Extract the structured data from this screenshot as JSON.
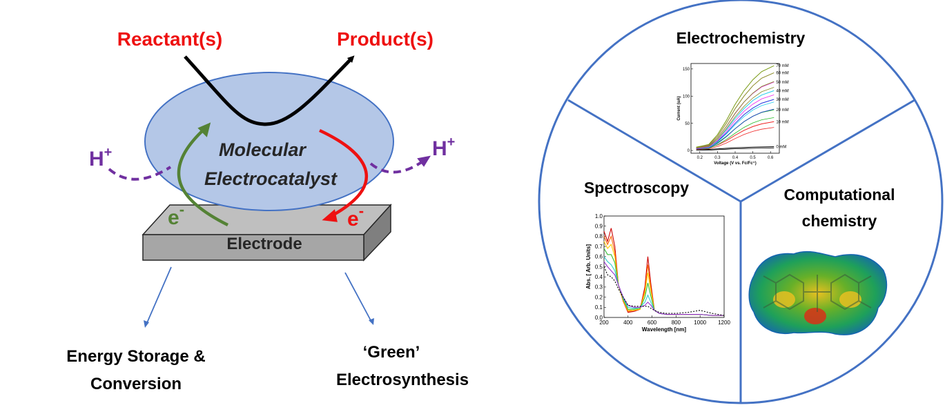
{
  "colors": {
    "red": "#ee1111",
    "purple": "#7030a0",
    "green": "#548235",
    "blue": "#4472c4",
    "catalyst_fill": "#b4c7e7",
    "electrode_face": "#a6a6a6",
    "electrode_top": "#bfbfbf",
    "electrode_side": "#7f7f7f"
  },
  "left": {
    "reactants": "Reactant(s)",
    "products": "Product(s)",
    "proton_left": "H",
    "proton_right": "H",
    "proton_charge": "+",
    "catalyst_line1": "Molecular",
    "catalyst_line2": "Electrocatalyst",
    "electron_left": "e",
    "electron_right": "e",
    "electron_charge": "-",
    "electrode": "Electrode",
    "app1_line1": "Energy Storage &",
    "app1_line2": "Conversion",
    "app2_line1": "‘Green’",
    "app2_line2": "Electrosynthesis"
  },
  "right": {
    "electrochemistry_title": "Electrochemistry",
    "spectroscopy_title": "Spectroscopy",
    "computational_line1": "Computational",
    "computational_line2": "chemistry"
  },
  "chart_data": [
    {
      "type": "line",
      "title": "",
      "xlabel": "Voltage (V vs. Fc/Fc⁺)",
      "ylabel": "Current (uA)",
      "xlim": [
        0.15,
        0.65
      ],
      "ylim": [
        -5,
        160
      ],
      "x_ticks": [
        "0.2",
        "0.3",
        "0.4",
        "0.5",
        "0.6"
      ],
      "y_ticks": [
        "0",
        "50",
        "100",
        "150"
      ],
      "grid": false,
      "legend": "right-labels",
      "series": [
        {
          "name": "0 mM",
          "color": "#000000",
          "x": [
            0.18,
            0.25,
            0.3,
            0.35,
            0.4,
            0.45,
            0.5,
            0.55,
            0.62
          ],
          "y": [
            1,
            2,
            3,
            4,
            5,
            5.5,
            6,
            6.5,
            7
          ]
        },
        {
          "name": "10 mM",
          "color": "#ee2222",
          "x": [
            0.18,
            0.25,
            0.3,
            0.35,
            0.4,
            0.45,
            0.5,
            0.55,
            0.62
          ],
          "y": [
            3,
            5,
            10,
            18,
            28,
            37,
            44,
            49,
            53
          ]
        },
        {
          "name": "20 mM",
          "color": "#22bb22",
          "x": [
            0.18,
            0.25,
            0.3,
            0.35,
            0.4,
            0.45,
            0.5,
            0.55,
            0.62
          ],
          "y": [
            4,
            6,
            14,
            26,
            40,
            53,
            63,
            70,
            75
          ]
        },
        {
          "name": "30 mM",
          "color": "#2233dd",
          "x": [
            0.18,
            0.25,
            0.3,
            0.35,
            0.4,
            0.45,
            0.5,
            0.55,
            0.62
          ],
          "y": [
            4,
            7,
            17,
            32,
            50,
            66,
            78,
            87,
            94
          ]
        },
        {
          "name": "40 mM",
          "color": "#22ccee",
          "x": [
            0.18,
            0.25,
            0.3,
            0.35,
            0.4,
            0.45,
            0.5,
            0.55,
            0.62
          ],
          "y": [
            5,
            8,
            20,
            38,
            59,
            77,
            92,
            102,
            110
          ]
        },
        {
          "name": "50 mM",
          "color": "#ee22ee",
          "x": [
            0.18,
            0.25,
            0.3,
            0.35,
            0.4,
            0.45,
            0.5,
            0.55,
            0.62
          ],
          "y": [
            5,
            9,
            23,
            44,
            68,
            89,
            105,
            117,
            126
          ]
        },
        {
          "name": "60 mM",
          "color": "#888822",
          "x": [
            0.18,
            0.25,
            0.3,
            0.35,
            0.4,
            0.45,
            0.5,
            0.55,
            0.62
          ],
          "y": [
            6,
            10,
            26,
            50,
            77,
            100,
            119,
            133,
            143
          ]
        },
        {
          "name": "70 mM",
          "color": "#779911",
          "x": [
            0.18,
            0.25,
            0.3,
            0.35,
            0.4,
            0.45,
            0.5,
            0.55,
            0.62
          ],
          "y": [
            6,
            11,
            29,
            55,
            85,
            110,
            130,
            145,
            156
          ]
        }
      ]
    },
    {
      "type": "line",
      "title": "",
      "xlabel": "Wavelength [nm]",
      "ylabel": "Abs. [ Arb. Units]",
      "xlim": [
        200,
        1200
      ],
      "ylim": [
        0,
        1.0
      ],
      "x_ticks": [
        "200",
        "400",
        "600",
        "800",
        "1000",
        "1200"
      ],
      "y_ticks": [
        "0.0",
        "0.1",
        "0.2",
        "0.3",
        "0.4",
        "0.5",
        "0.6",
        "0.7",
        "0.8",
        "0.9",
        "1.0"
      ],
      "grid": false,
      "series": [
        {
          "color": "#cc0000",
          "x": [
            200,
            230,
            260,
            290,
            320,
            360,
            400,
            450,
            500,
            540,
            565,
            590,
            620,
            660,
            720,
            800,
            900,
            1000,
            1100,
            1200
          ],
          "y": [
            0.85,
            0.75,
            0.88,
            0.7,
            0.32,
            0.16,
            0.05,
            0.06,
            0.08,
            0.3,
            0.6,
            0.33,
            0.07,
            0.04,
            0.03,
            0.03,
            0.03,
            0.03,
            0.02,
            0.02
          ]
        },
        {
          "color": "#ff6600",
          "x": [
            200,
            230,
            260,
            290,
            320,
            360,
            400,
            450,
            500,
            540,
            565,
            590,
            620,
            660,
            720,
            800,
            900,
            1000,
            1100,
            1200
          ],
          "y": [
            0.8,
            0.72,
            0.8,
            0.64,
            0.32,
            0.16,
            0.06,
            0.07,
            0.08,
            0.27,
            0.52,
            0.29,
            0.07,
            0.04,
            0.03,
            0.03,
            0.03,
            0.03,
            0.02,
            0.02
          ]
        },
        {
          "color": "#ffcc00",
          "x": [
            200,
            230,
            260,
            290,
            320,
            360,
            400,
            450,
            500,
            540,
            565,
            590,
            620,
            660,
            720,
            800,
            900,
            1000,
            1100,
            1200
          ],
          "y": [
            0.75,
            0.68,
            0.72,
            0.6,
            0.32,
            0.17,
            0.07,
            0.07,
            0.08,
            0.24,
            0.44,
            0.26,
            0.07,
            0.04,
            0.03,
            0.03,
            0.03,
            0.03,
            0.02,
            0.02
          ]
        },
        {
          "color": "#33bb33",
          "x": [
            200,
            230,
            260,
            290,
            320,
            360,
            400,
            450,
            500,
            540,
            565,
            590,
            620,
            660,
            720,
            800,
            900,
            1000,
            1100,
            1200
          ],
          "y": [
            0.68,
            0.62,
            0.62,
            0.54,
            0.32,
            0.18,
            0.08,
            0.08,
            0.09,
            0.2,
            0.34,
            0.21,
            0.07,
            0.04,
            0.03,
            0.03,
            0.03,
            0.03,
            0.02,
            0.02
          ]
        },
        {
          "color": "#33cccc",
          "x": [
            200,
            230,
            260,
            290,
            320,
            360,
            400,
            450,
            500,
            540,
            565,
            590,
            620,
            660,
            720,
            800,
            900,
            1000,
            1100,
            1200
          ],
          "y": [
            0.6,
            0.55,
            0.52,
            0.46,
            0.32,
            0.19,
            0.1,
            0.09,
            0.1,
            0.15,
            0.22,
            0.15,
            0.07,
            0.04,
            0.03,
            0.03,
            0.03,
            0.03,
            0.02,
            0.02
          ]
        },
        {
          "color": "#9933cc",
          "x": [
            200,
            230,
            260,
            290,
            320,
            360,
            400,
            450,
            500,
            540,
            565,
            590,
            620,
            660,
            720,
            800,
            900,
            1000,
            1100,
            1200
          ],
          "y": [
            0.55,
            0.5,
            0.46,
            0.42,
            0.32,
            0.2,
            0.12,
            0.1,
            0.1,
            0.12,
            0.15,
            0.12,
            0.07,
            0.04,
            0.03,
            0.03,
            0.03,
            0.03,
            0.02,
            0.02
          ]
        },
        {
          "color": "#000000",
          "dashed": true,
          "x": [
            200,
            230,
            260,
            290,
            320,
            360,
            400,
            450,
            500,
            540,
            565,
            590,
            620,
            660,
            720,
            800,
            900,
            1000,
            1100,
            1200
          ],
          "y": [
            0.5,
            0.42,
            0.4,
            0.36,
            0.28,
            0.2,
            0.12,
            0.11,
            0.11,
            0.11,
            0.11,
            0.09,
            0.07,
            0.05,
            0.04,
            0.04,
            0.05,
            0.07,
            0.04,
            0.02
          ]
        }
      ]
    }
  ]
}
